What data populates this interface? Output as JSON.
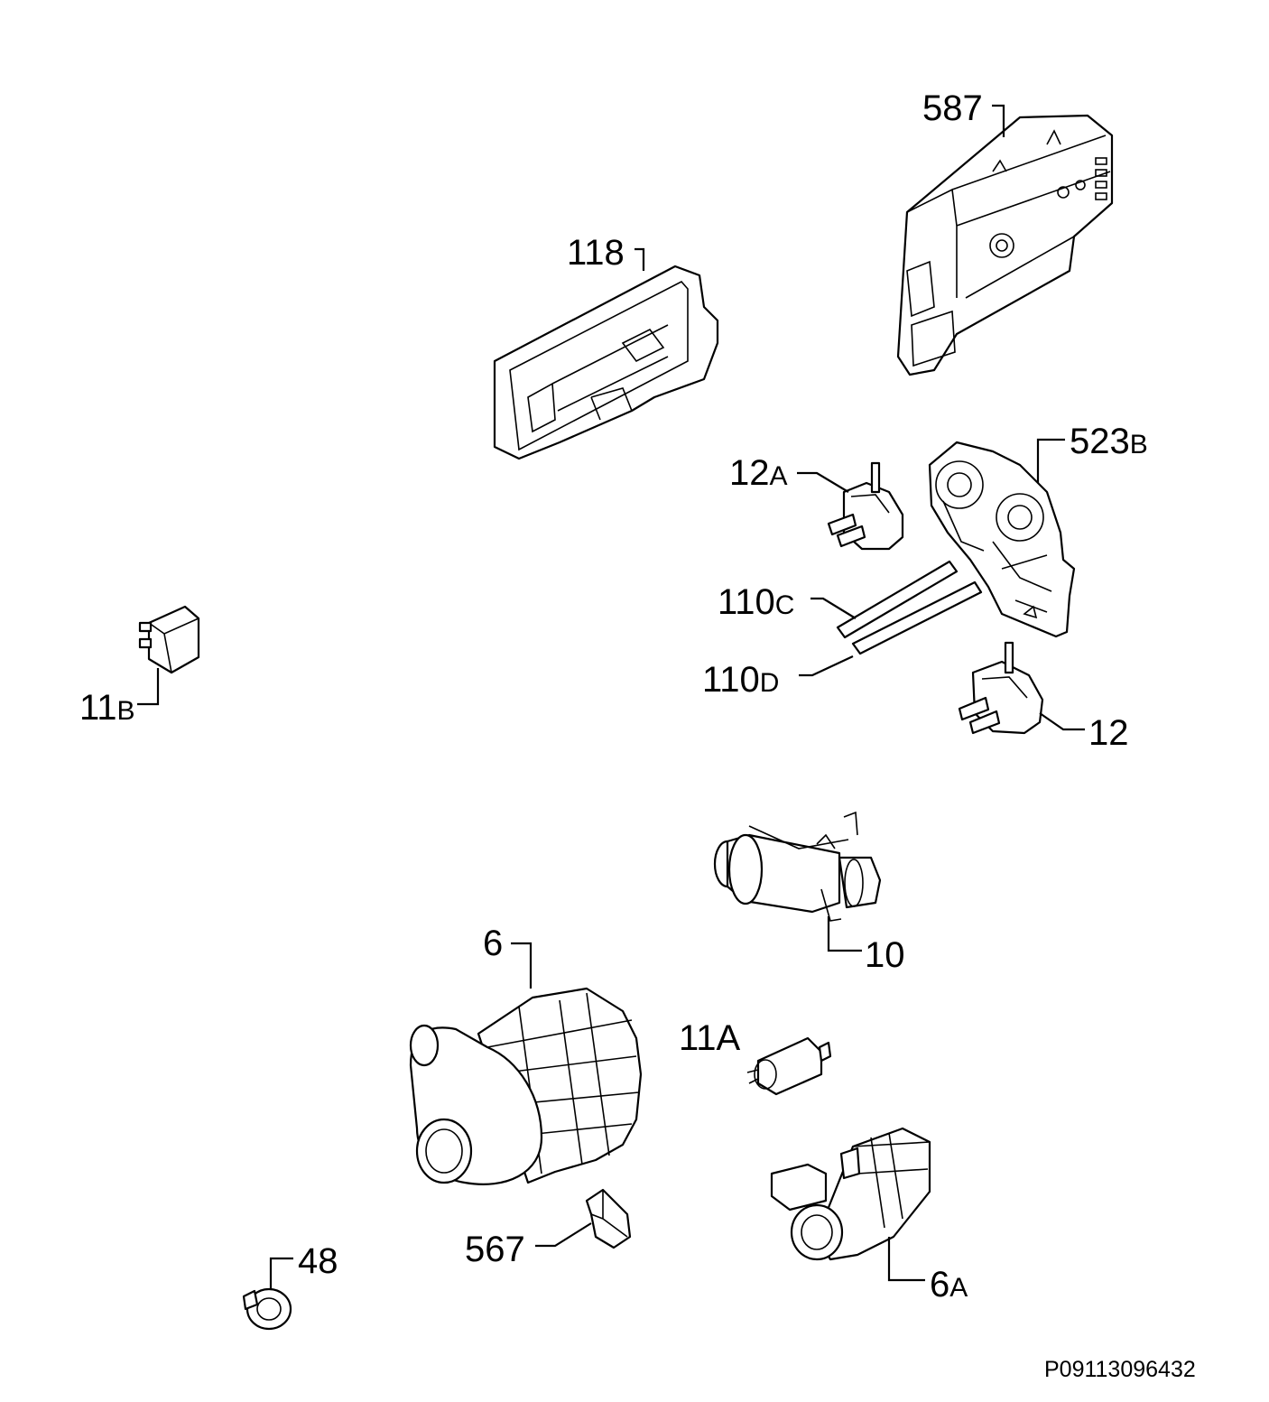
{
  "parts": [
    {
      "id": "587",
      "num": "587",
      "suffix": ""
    },
    {
      "id": "118",
      "num": "118",
      "suffix": ""
    },
    {
      "id": "523B",
      "num": "523",
      "suffix": "B"
    },
    {
      "id": "12A",
      "num": "12",
      "suffix": "A"
    },
    {
      "id": "110C",
      "num": "110",
      "suffix": "C"
    },
    {
      "id": "110D",
      "num": "110",
      "suffix": "D"
    },
    {
      "id": "12",
      "num": "12",
      "suffix": ""
    },
    {
      "id": "11B",
      "num": "11",
      "suffix": "B"
    },
    {
      "id": "10",
      "num": "10",
      "suffix": ""
    },
    {
      "id": "6",
      "num": "6",
      "suffix": ""
    },
    {
      "id": "11A",
      "num": "11A",
      "suffix": ""
    },
    {
      "id": "567",
      "num": "567",
      "suffix": ""
    },
    {
      "id": "6A",
      "num": "6",
      "suffix": "A"
    },
    {
      "id": "48",
      "num": "48",
      "suffix": ""
    }
  ],
  "drawing_code": "P09113096432"
}
